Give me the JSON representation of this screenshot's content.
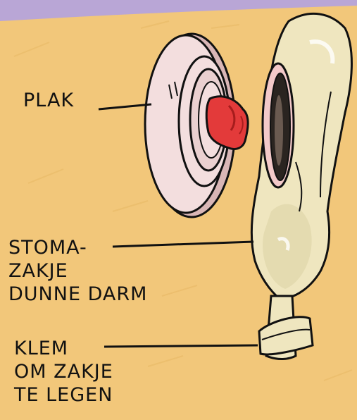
{
  "labels": {
    "plak": "PLAK",
    "stomazakje": [
      "STOMA-",
      "ZAKJE",
      "DUNNE DARM"
    ],
    "klem": [
      "KLEM",
      "OM ZAKJE",
      "TE LEGEN"
    ]
  },
  "colors": {
    "background": "#f2c77a",
    "top_band": "#b9a6d6",
    "plate": "#f3dede",
    "plate_shadow": "#d9b6b6",
    "stoma": "#e33a3a",
    "pouch": "#efe6bf",
    "pouch_shadow": "#d8cf9f",
    "outline": "#111111"
  }
}
